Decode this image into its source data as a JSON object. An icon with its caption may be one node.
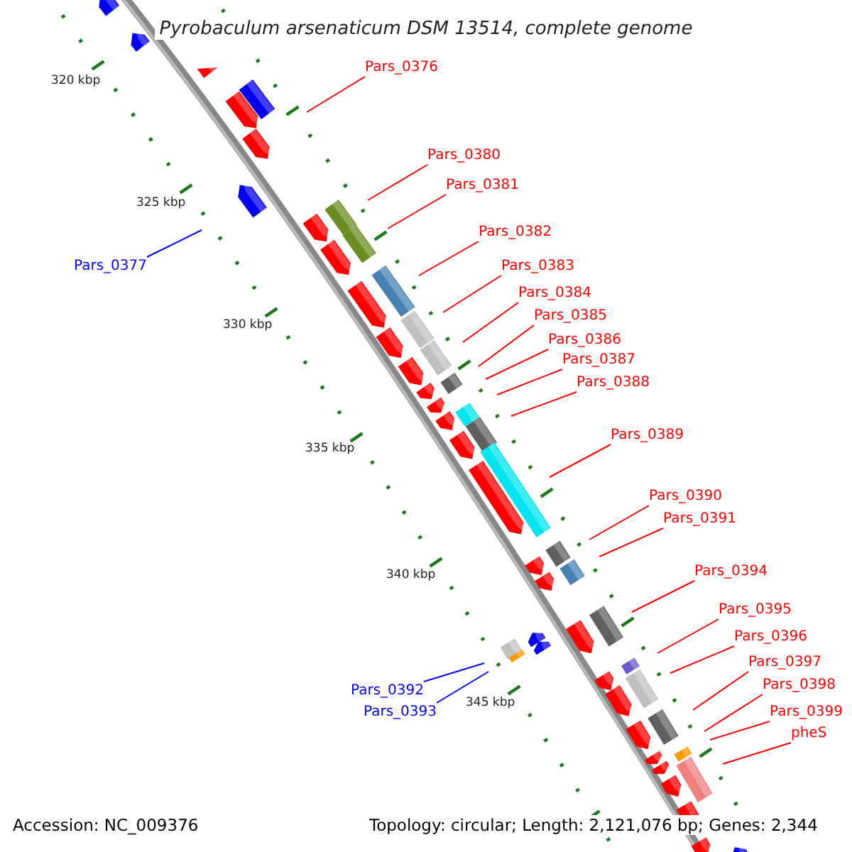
{
  "diagram": {
    "title": "Pyrobaculum arsenaticum DSM 13514, complete genome",
    "nodes": [
      {
        "text": [
          "Pars_0376"
        ]
      },
      {
        "text": [
          "Pars_0380"
        ]
      },
      {
        "text": [
          "Pars_0381"
        ]
      },
      {
        "text": [
          "Pars_0382"
        ]
      },
      {
        "text": [
          "Pars_0377"
        ]
      },
      {
        "text": [
          "Pars_0383"
        ]
      },
      {
        "text": [
          "Pars_0384"
        ]
      },
      {
        "text": [
          "Pars_0385"
        ]
      },
      {
        "text": [
          "Pars_0386"
        ]
      },
      {
        "text": [
          "Pars_0387"
        ]
      },
      {
        "text": [
          "Pars_0388"
        ]
      },
      {
        "text": [
          "Pars_0389"
        ]
      },
      {
        "text": [
          "Pars_0390"
        ]
      },
      {
        "text": [
          "Pars_0391"
        ]
      },
      {
        "text": [
          "Pars_0394"
        ]
      },
      {
        "text": [
          "Pars_0395"
        ]
      },
      {
        "text": [
          "Pars_0396"
        ]
      },
      {
        "text": [
          "Pars_0397"
        ]
      },
      {
        "text": [
          "Pars_0398"
        ]
      },
      {
        "text": [
          "Pars_0392"
        ]
      },
      {
        "text": [
          "Pars_0399"
        ]
      },
      {
        "text": [
          "Pars_0393"
        ]
      },
      {
        "text": [
          "pheS"
        ]
      }
    ],
    "edges": [
      {
        "from": 0,
        "to": null,
        "arrow": "none"
      },
      {
        "from": 1,
        "to": null,
        "arrow": "none"
      },
      {
        "from": 2,
        "to": null,
        "arrow": "none"
      },
      {
        "from": 3,
        "to": null,
        "arrow": "none"
      },
      {
        "from": 4,
        "to": null,
        "arrow": "none",
        "color": "#0000ff"
      },
      {
        "from": 5,
        "to": null,
        "arrow": "none"
      },
      {
        "from": 6,
        "to": null,
        "arrow": "none"
      },
      {
        "from": 7,
        "to": null,
        "arrow": "none"
      },
      {
        "from": 8,
        "to": null,
        "arrow": "none"
      },
      {
        "from": 9,
        "to": null,
        "arrow": "none"
      },
      {
        "from": 10,
        "to": null,
        "arrow": "none"
      },
      {
        "from": 11,
        "to": null,
        "arrow": "none"
      },
      {
        "from": 12,
        "to": null,
        "arrow": "none"
      },
      {
        "from": 13,
        "to": null,
        "arrow": "none"
      },
      {
        "from": 14,
        "to": null,
        "arrow": "none"
      },
      {
        "from": 15,
        "to": null,
        "arrow": "none"
      },
      {
        "from": 16,
        "to": null,
        "arrow": "none"
      },
      {
        "from": 17,
        "to": null,
        "arrow": "none"
      },
      {
        "from": 18,
        "to": null,
        "arrow": "none"
      },
      {
        "from": 19,
        "to": null,
        "arrow": "none",
        "color": "#0000ff"
      },
      {
        "from": 20,
        "to": null,
        "arrow": "none"
      },
      {
        "from": 21,
        "to": null,
        "arrow": "none",
        "color": "#0000ff"
      },
      {
        "from": 22,
        "to": null,
        "arrow": "none"
      }
    ],
    "labels": [
      "320 kbp",
      "325 kbp",
      "330 kbp",
      "335 kbp",
      "340 kbp",
      "345 kbp",
      "Accession: NC_009376",
      "Topology: circular; Length: 2,121,076 bp; Genes: 2,344"
    ]
  }
}
